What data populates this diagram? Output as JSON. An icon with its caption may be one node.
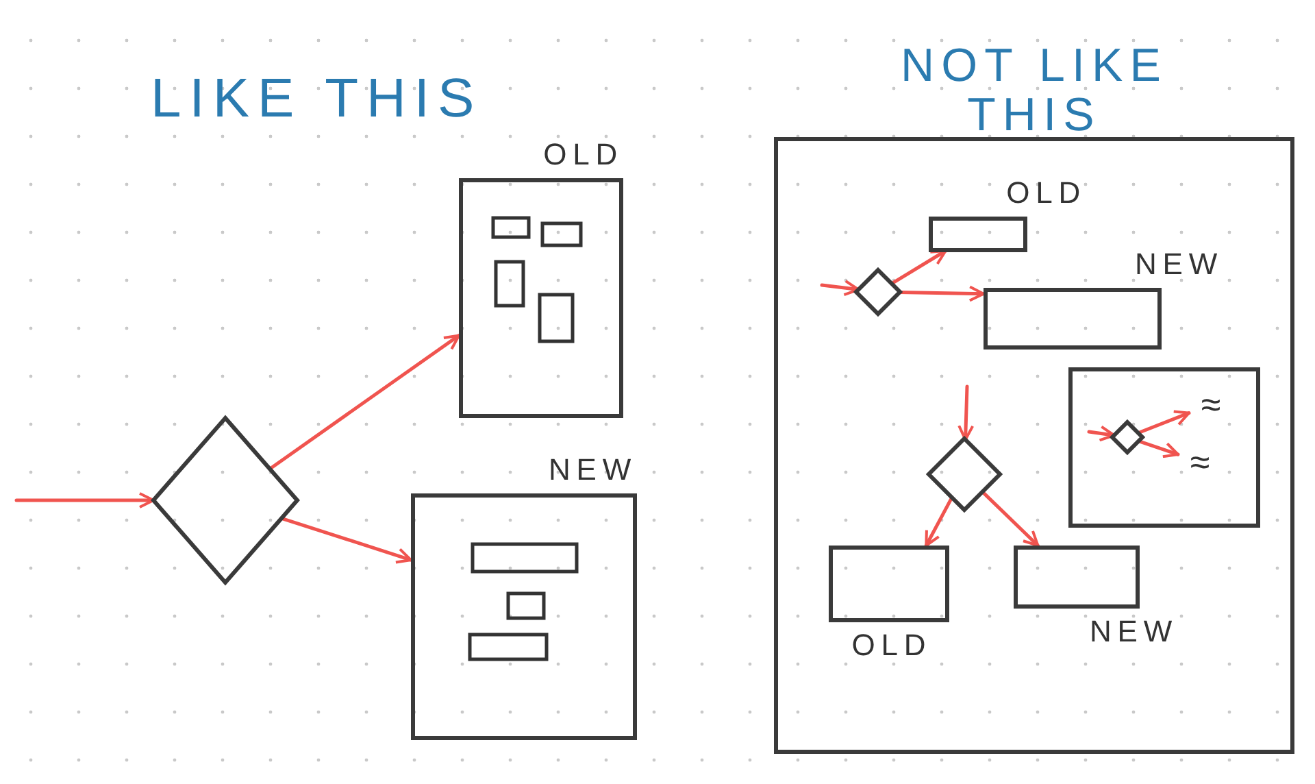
{
  "diagram": {
    "nodes": [
      {
        "text": [],
        "shape": "diamond"
      },
      {
        "text": [
          "OLD"
        ]
      },
      {
        "text": [
          "NEW"
        ]
      },
      {
        "text": [
          "NOT LIKE THIS"
        ]
      },
      {
        "text": [],
        "shape": "diamond",
        "in": 3
      },
      {
        "text": [
          "OLD"
        ],
        "in": 3
      },
      {
        "text": [
          "NEW"
        ],
        "in": 3
      },
      {
        "text": [],
        "shape": "box",
        "in": 3
      },
      {
        "text": [],
        "shape": "diamond",
        "in": 7
      },
      {
        "text": [
          "≈"
        ],
        "in": 7
      },
      {
        "text": [
          "≈"
        ],
        "in": 7
      },
      {
        "text": [],
        "shape": "diamond",
        "in": 3
      },
      {
        "text": [
          "OLD"
        ],
        "in": 3
      },
      {
        "text": [
          "NEW"
        ],
        "in": 3
      }
    ],
    "edges": [
      {
        "from": null,
        "to": 0,
        "arrow": "to"
      },
      {
        "from": 0,
        "to": 1,
        "arrow": "to"
      },
      {
        "from": 0,
        "to": 2,
        "arrow": "to"
      },
      {
        "from": null,
        "to": 4,
        "arrow": "to"
      },
      {
        "from": 4,
        "to": 5,
        "arrow": "to"
      },
      {
        "from": 4,
        "to": 6,
        "arrow": "to"
      },
      {
        "from": null,
        "to": 8,
        "arrow": "to"
      },
      {
        "from": 8,
        "to": 9,
        "arrow": "to"
      },
      {
        "from": 8,
        "to": 10,
        "arrow": "to"
      },
      {
        "from": null,
        "to": 11,
        "arrow": "to"
      },
      {
        "from": 11,
        "to": 12,
        "arrow": "to"
      },
      {
        "from": 11,
        "to": 13,
        "arrow": "to"
      }
    ],
    "labels": [
      "LIKE THIS"
    ]
  }
}
